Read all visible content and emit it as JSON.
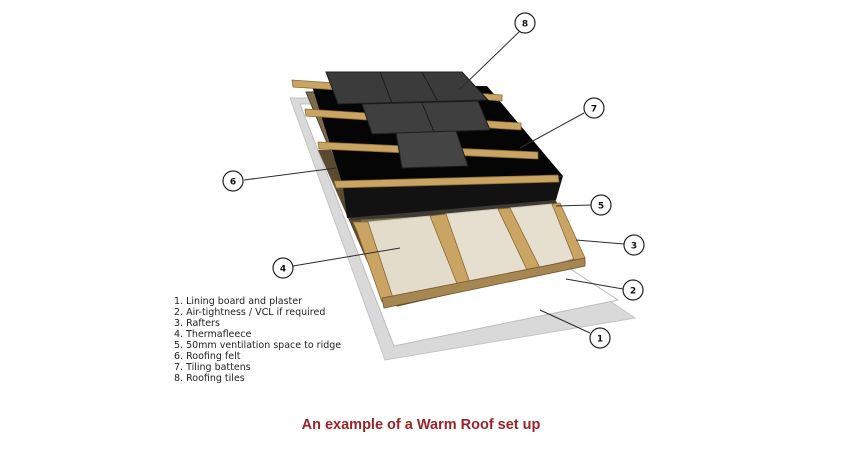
{
  "legend": {
    "items": [
      "1.  Lining board and plaster",
      "2.  Air-tightness / VCL if required",
      "3.  Rafters",
      "4.  Thermafleece",
      "5.  50mm ventilation space to ridge",
      "6.  Roofing felt",
      "7.  Tiling battens",
      "8.  Roofing tiles"
    ]
  },
  "callouts": [
    "1",
    "2",
    "3",
    "4",
    "5",
    "6",
    "7",
    "8"
  ],
  "caption": "An example of a Warm Roof set up",
  "colors": {
    "caption": "#9b2226",
    "timber": "#c9a463",
    "timber_dark": "#8a6a35",
    "felt": "#050505",
    "tile": "#3a3a3a",
    "insulation": "#e4dccb",
    "plaster": "#dcdcdc"
  }
}
